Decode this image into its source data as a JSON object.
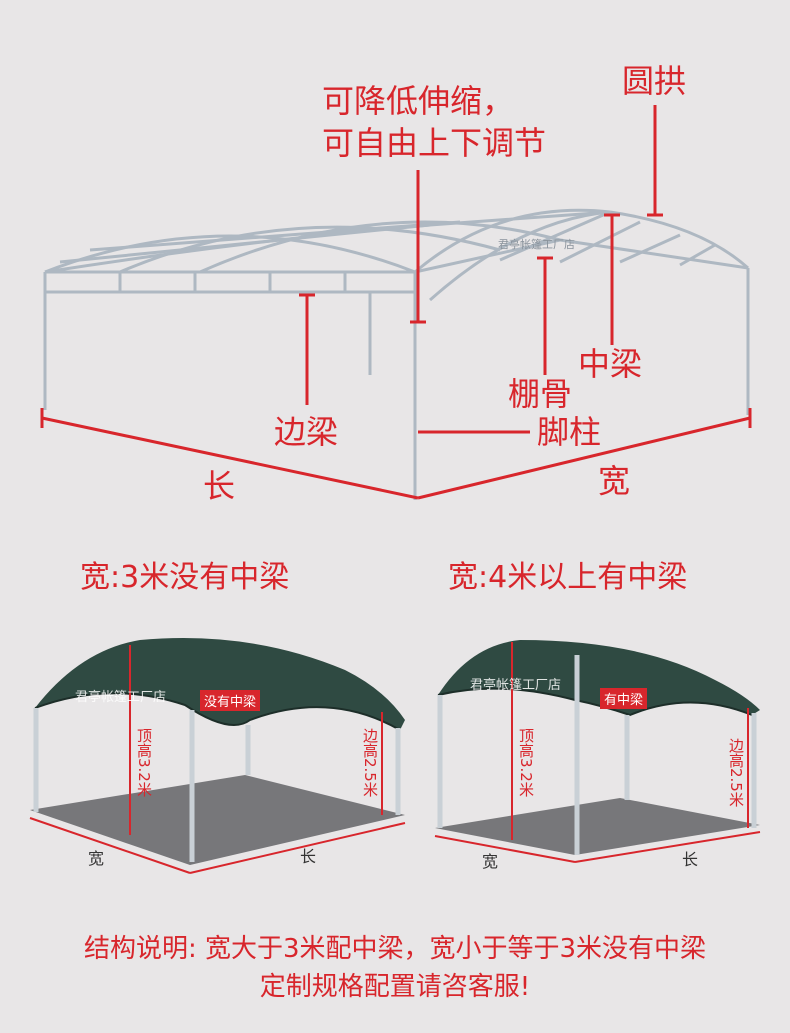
{
  "top": {
    "callout_adjust_line1": "可降低伸缩，",
    "callout_adjust_line2": "可自由上下调节",
    "arch_label": "圆拱",
    "middle_beam_label": "中梁",
    "rib_label": "棚骨",
    "side_beam_label": "边梁",
    "leg_label": "脚柱",
    "length_label": "长",
    "width_label": "宽",
    "watermark": "君亭帐篷工厂店"
  },
  "left_tent": {
    "heading": "宽:3米没有中梁",
    "tag": "没有中梁",
    "top_height": "顶高3.2米",
    "side_height": "边高2.5米",
    "width_label": "宽",
    "length_label": "长",
    "watermark": "君亭帐篷工厂店"
  },
  "right_tent": {
    "heading": "宽:4米以上有中梁",
    "tag": "有中梁",
    "top_height": "顶高3.2米",
    "side_height": "边高2.5米",
    "width_label": "宽",
    "length_label": "长",
    "watermark": "君亭帐篷工厂店"
  },
  "footer": {
    "line1": "结构说明: 宽大于3米配中梁，宽小于等于3米没有中梁",
    "line2": "定制规格配置请咨客服!"
  },
  "colors": {
    "accent": "#d8262c",
    "background": "#e8e6e7",
    "canopy": "#2f4a42",
    "frame": "#b9c3cc"
  }
}
